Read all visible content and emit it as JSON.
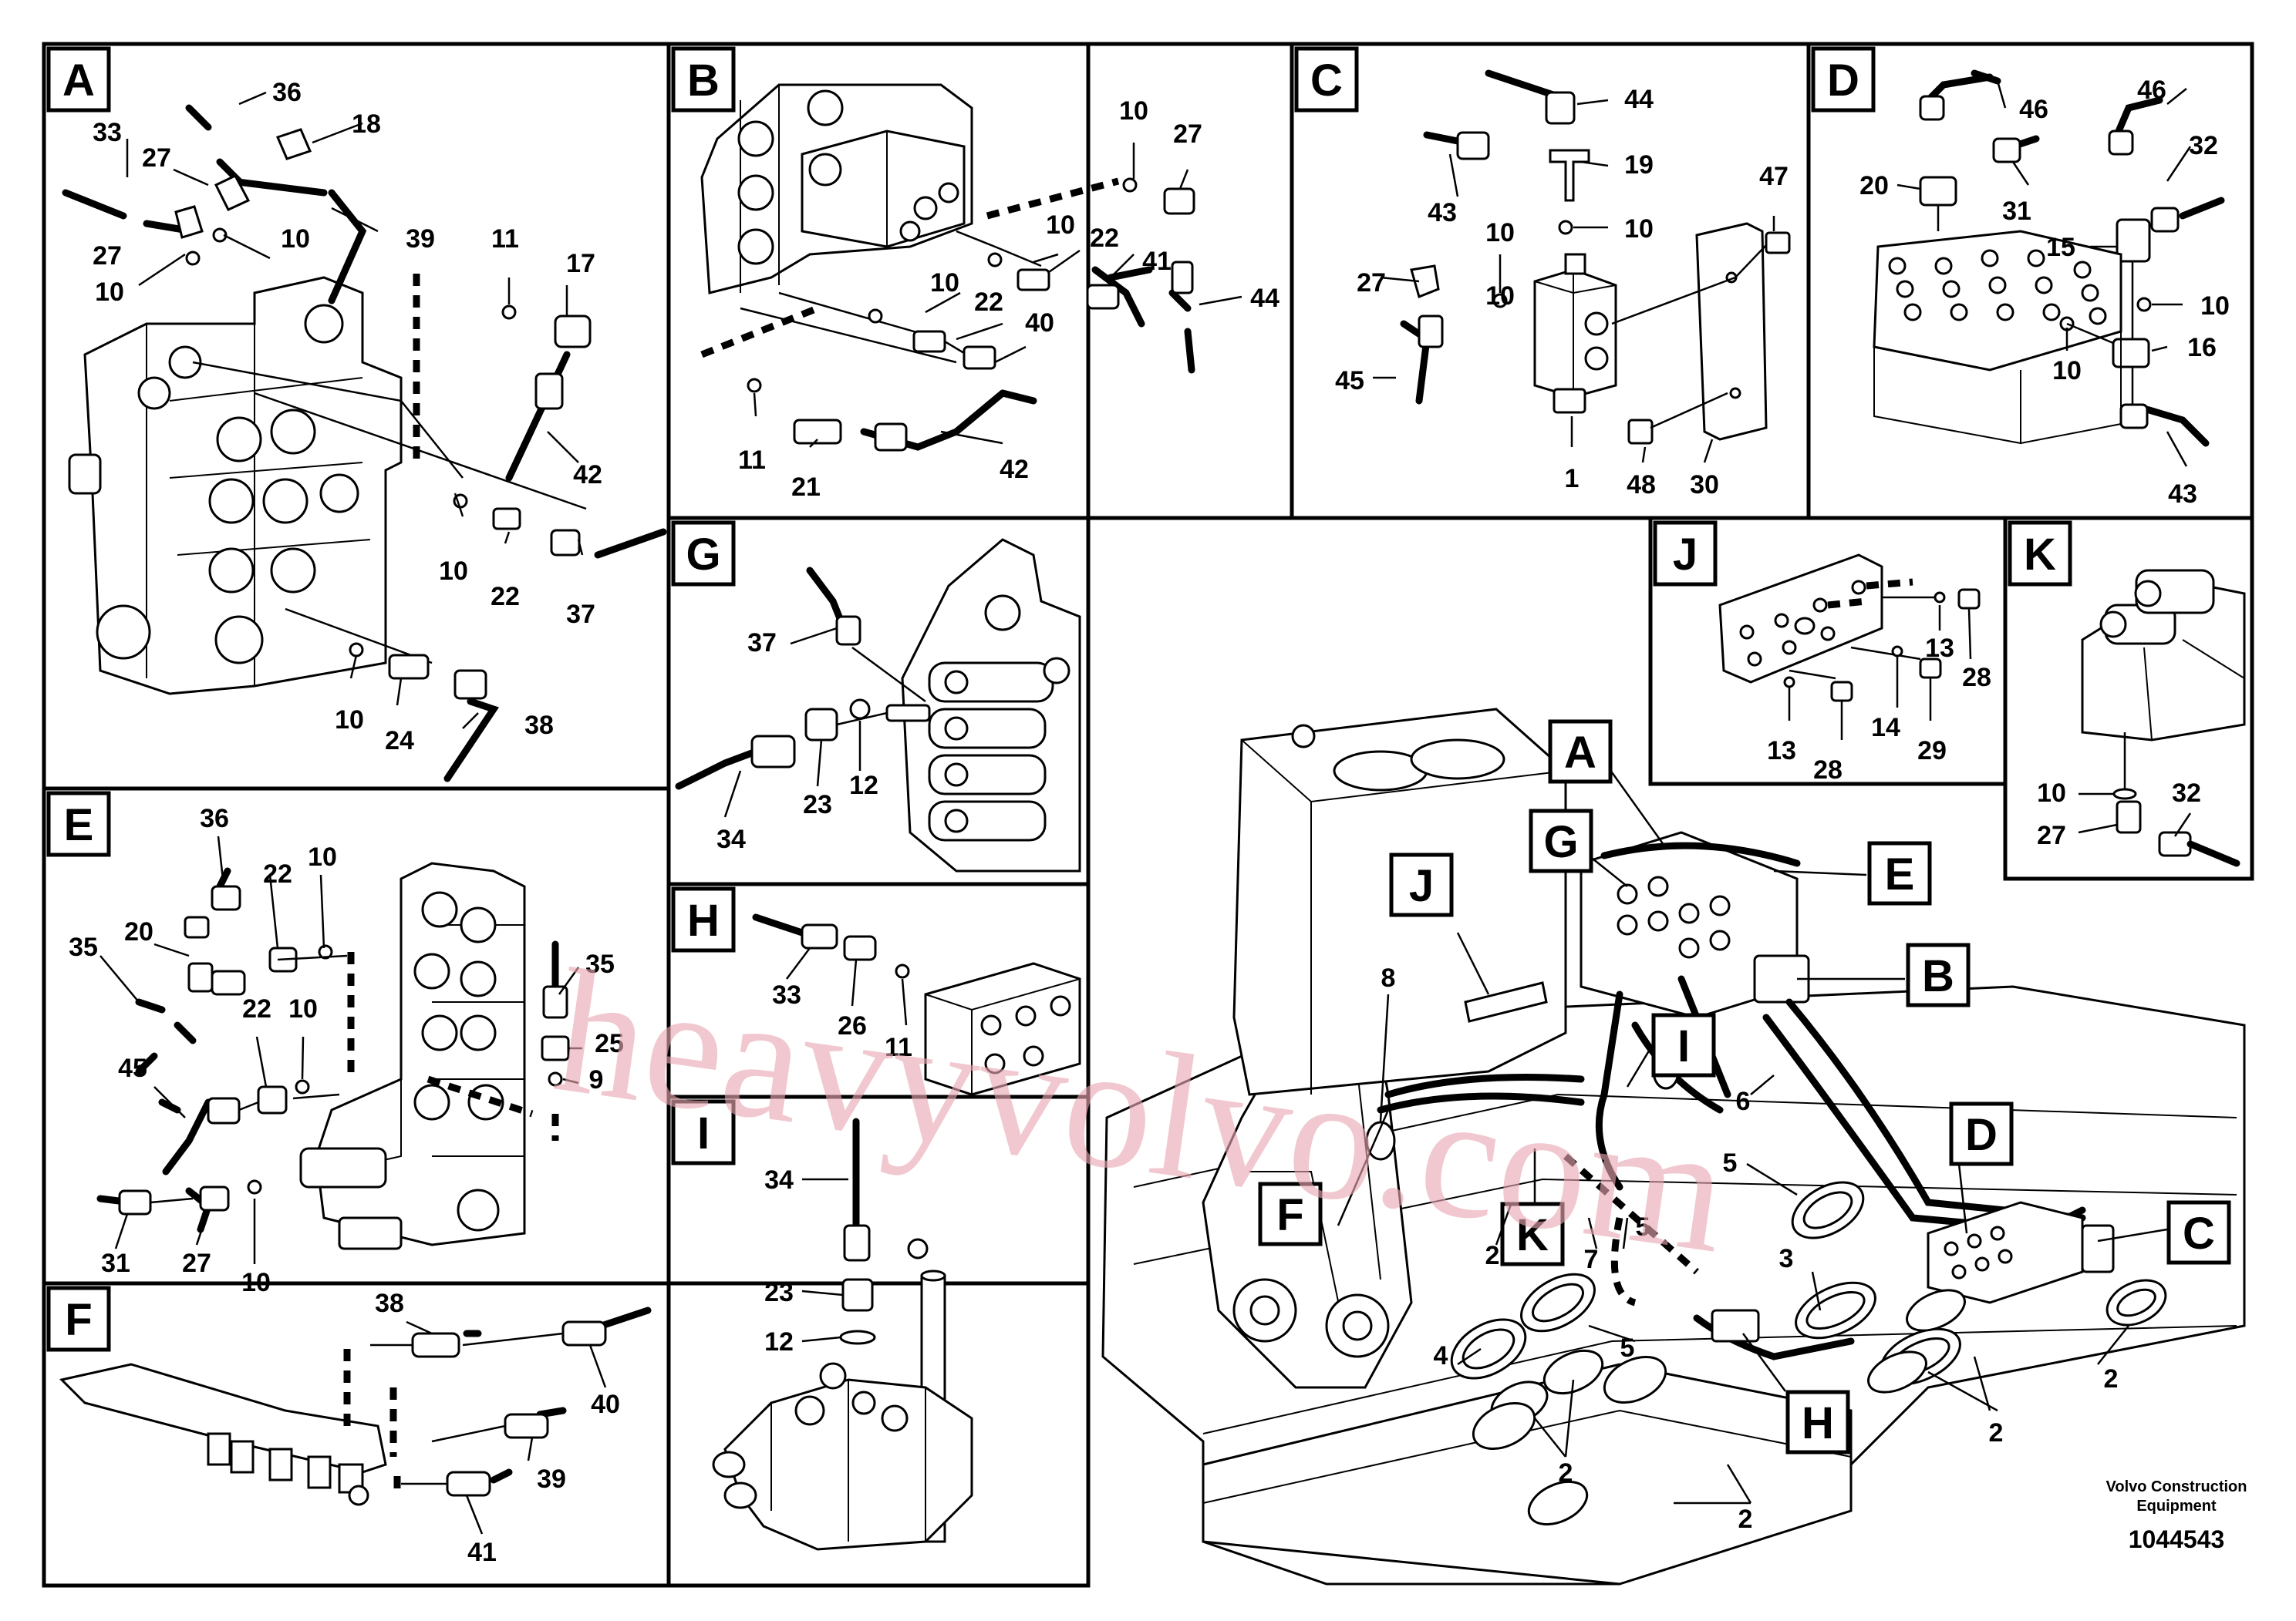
{
  "panels": {
    "A": {
      "letter": "A",
      "labels": [
        "36",
        "18",
        "33",
        "27",
        "27",
        "10",
        "10",
        "39",
        "11",
        "17",
        "42",
        "10",
        "22",
        "37",
        "10",
        "24",
        "38"
      ]
    },
    "B": {
      "letter": "B",
      "labels": [
        "10",
        "27",
        "10",
        "22",
        "41",
        "44",
        "10",
        "22",
        "40",
        "11",
        "21",
        "42"
      ]
    },
    "C": {
      "letter": "C",
      "labels": [
        "44",
        "19",
        "43",
        "10",
        "47",
        "27",
        "10",
        "45",
        "1",
        "48",
        "30"
      ]
    },
    "D": {
      "letter": "D",
      "labels": [
        "46",
        "46",
        "32",
        "20",
        "31",
        "15",
        "10",
        "16",
        "10",
        "43"
      ]
    },
    "E": {
      "letter": "E",
      "labels": [
        "36",
        "22",
        "10",
        "20",
        "35",
        "35",
        "25",
        "9",
        "22",
        "10",
        "45",
        "31",
        "27",
        "10"
      ]
    },
    "F": {
      "letter": "F",
      "labels": [
        "38",
        "40",
        "39",
        "41"
      ]
    },
    "G": {
      "letter": "G",
      "labels": [
        "37",
        "23",
        "12",
        "34"
      ]
    },
    "H": {
      "letter": "H",
      "labels": [
        "33",
        "26",
        "11"
      ]
    },
    "I": {
      "letter": "I",
      "labels": [
        "34",
        "23",
        "12"
      ]
    },
    "J": {
      "letter": "J",
      "labels": [
        "13",
        "28",
        "13",
        "28",
        "14",
        "29"
      ]
    },
    "K": {
      "letter": "K",
      "labels": [
        "10",
        "27",
        "32"
      ]
    }
  },
  "main": {
    "callouts": [
      "A",
      "G",
      "E",
      "J",
      "B",
      "I",
      "F",
      "K",
      "D",
      "C",
      "H"
    ],
    "labels": [
      "8",
      "6",
      "2",
      "7",
      "5",
      "5",
      "5",
      "4",
      "3",
      "2",
      "2",
      "2",
      "2"
    ]
  },
  "footer": {
    "brand_line1": "Volvo Construction",
    "brand_line2": "Equipment",
    "drawing_number": "1044543"
  },
  "watermark": "heavyvolvo.com"
}
